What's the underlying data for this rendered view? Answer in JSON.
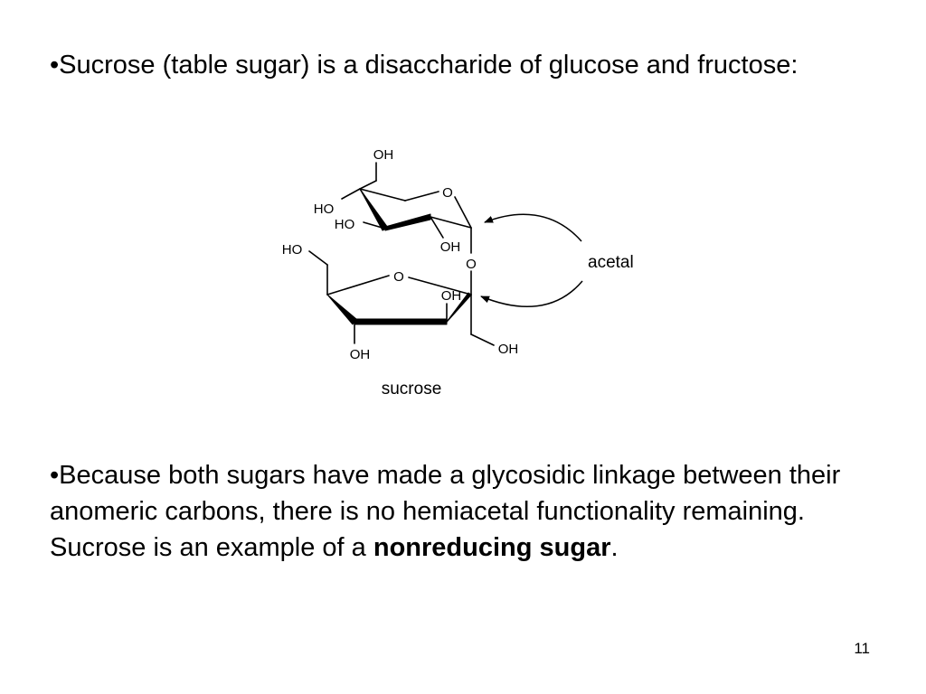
{
  "slide": {
    "bullet1": {
      "marker": "•",
      "text": "Sucrose (table sugar) is a disaccharide of glucose and fructose:"
    },
    "structure": {
      "caption": "sucrose",
      "callout_label": "acetal",
      "atoms": {
        "glucose_oh_top": "OH",
        "glucose_ring_o": "O",
        "glucose_ho_upper": "HO",
        "glucose_ho_lower": "HO",
        "glucose_oh_bottom": "OH",
        "bridge_o": "O",
        "fructose_ho_left": "HO",
        "fructose_ring_o": "O",
        "fructose_oh_right": "OH",
        "fructose_oh_bottom": "OH",
        "fructose_ch2oh": "OH"
      }
    },
    "bullet2": {
      "marker": "•",
      "text_before": "Because both sugars have made a glycosidic linkage between their anomeric carbons, there is no hemiacetal functionality remaining.  Sucrose is an example of a ",
      "emphasis": "nonreducing sugar",
      "text_after": "."
    },
    "page_number": "11"
  }
}
